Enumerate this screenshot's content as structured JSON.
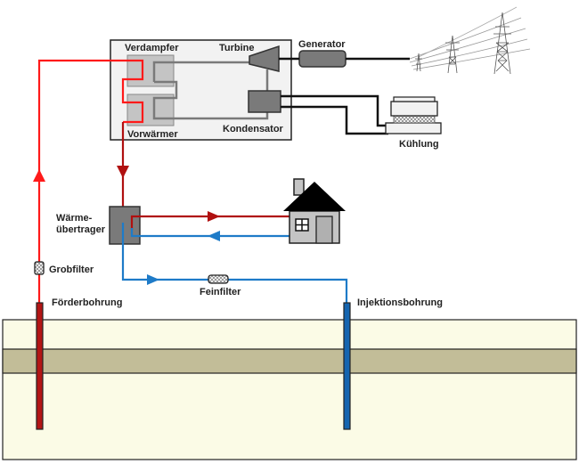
{
  "diagram": {
    "title": "Geothermal power plant schematic",
    "labels": {
      "verdampfer": "Verdampfer",
      "turbine": "Turbine",
      "generator": "Generator",
      "vorwaermer": "Vorwärmer",
      "kondensator": "Kondensator",
      "kuehlung": "Kühlung",
      "waerme_line1": "Wärme-",
      "waerme_line2": "übertrager",
      "grobfilter": "Grobfilter",
      "feinfilter": "Feinfilter",
      "foerderbohrung": "Förderbohrung",
      "injektionsbohrung": "Injektionsbohrung"
    },
    "colors": {
      "hot_pipe": "#ff1a1a",
      "warm_pipe": "#b01010",
      "cold_pipe": "#1e7bc8",
      "production_well": "#b31515",
      "injection_well": "#1565b0",
      "ground": "#fbfbe6",
      "aquifer_layer": "#c2bd98",
      "plant_box": "#f2f2f2",
      "component_dark": "#7a7a7a",
      "component_light": "#c4c4c4"
    }
  }
}
